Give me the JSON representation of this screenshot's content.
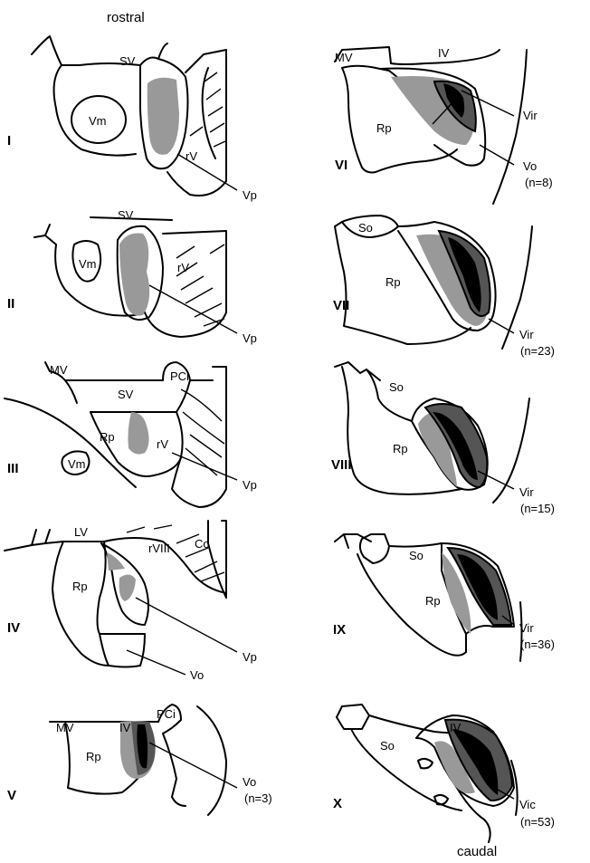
{
  "header": {
    "top": "rostral",
    "bottom": "caudal"
  },
  "colors": {
    "light_region": "#999999",
    "dark_region": "#555555",
    "core_region": "#000000"
  },
  "panels": [
    {
      "roman": "I",
      "labels": {
        "sv": "SV",
        "vm": "Vm",
        "rv": "rV",
        "callout": "Vp"
      }
    },
    {
      "roman": "II",
      "labels": {
        "sv": "SV",
        "vm": "Vm",
        "rv": "rV",
        "callout": "Vp"
      }
    },
    {
      "roman": "III",
      "labels": {
        "mv": "MV",
        "sv": "SV",
        "pci": "PCi",
        "rp": "Rp",
        "rv": "rV",
        "vm": "Vm",
        "callout": "Vp"
      }
    },
    {
      "roman": "IV",
      "labels": {
        "lv": "LV",
        "rviii": "rVIII",
        "co": "Co",
        "rp": "Rp",
        "callout1": "Vp",
        "callout2": "Vo"
      }
    },
    {
      "roman": "V",
      "labels": {
        "mv": "MV",
        "iv": "IV",
        "pci": "PCi",
        "rp": "Rp",
        "callout": "Vo",
        "n": "(n=3)"
      }
    },
    {
      "roman": "VI",
      "labels": {
        "mv": "MV",
        "iv": "IV",
        "rp": "Rp",
        "callout1": "Vir",
        "callout2": "Vo",
        "n": "(n=8)"
      }
    },
    {
      "roman": "VII",
      "labels": {
        "so": "So",
        "rp": "Rp",
        "callout": "Vir",
        "n": "(n=23)"
      }
    },
    {
      "roman": "VIII",
      "labels": {
        "so": "So",
        "rp": "Rp",
        "callout": "Vir",
        "n": "(n=15)"
      }
    },
    {
      "roman": "IX",
      "labels": {
        "so": "So",
        "rp": "Rp",
        "callout": "Vir",
        "n": "(n=36)"
      }
    },
    {
      "roman": "X",
      "labels": {
        "iv": "IV",
        "so": "So",
        "callout": "Vic",
        "n": "(n=53)"
      }
    }
  ]
}
